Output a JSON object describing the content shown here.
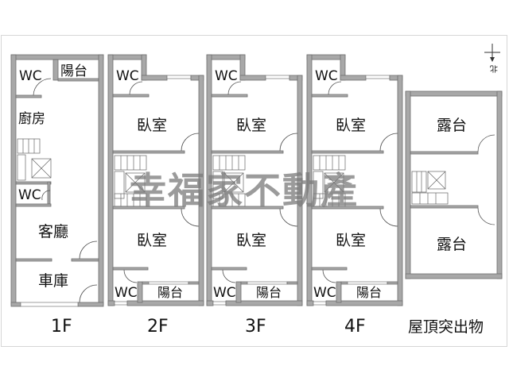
{
  "watermark": "幸福家不動產",
  "compass": {
    "label": "北"
  },
  "floors": [
    {
      "id": "1F",
      "label": "1F",
      "rooms": {
        "wc_top": "WC",
        "balcony": "陽台",
        "kitchen": "廚房",
        "wc_mid": "WC",
        "living": "客廳",
        "garage": "車庫"
      }
    },
    {
      "id": "2F",
      "label": "2F",
      "rooms": {
        "wc_top": "WC",
        "bedroom_top": "臥室",
        "bedroom_bottom": "臥室",
        "wc_bottom": "WC",
        "balcony": "陽台"
      }
    },
    {
      "id": "3F",
      "label": "3F",
      "rooms": {
        "wc_top": "WC",
        "bedroom_top": "臥室",
        "bedroom_bottom": "臥室",
        "wc_bottom": "WC",
        "balcony": "陽台"
      }
    },
    {
      "id": "4F",
      "label": "4F",
      "rooms": {
        "wc_top": "WC",
        "bedroom_top": "臥室",
        "bedroom_bottom": "臥室",
        "wc_bottom": "WC",
        "balcony": "陽台"
      }
    },
    {
      "id": "roof",
      "label": "屋頂突出物",
      "rooms": {
        "terrace_top": "露台",
        "terrace_bottom": "露台"
      }
    }
  ],
  "colors": {
    "wall": "#a6a6a6",
    "wall_edge": "#6e6e6e",
    "line": "#555555",
    "watermark": "#7a7a7a"
  }
}
